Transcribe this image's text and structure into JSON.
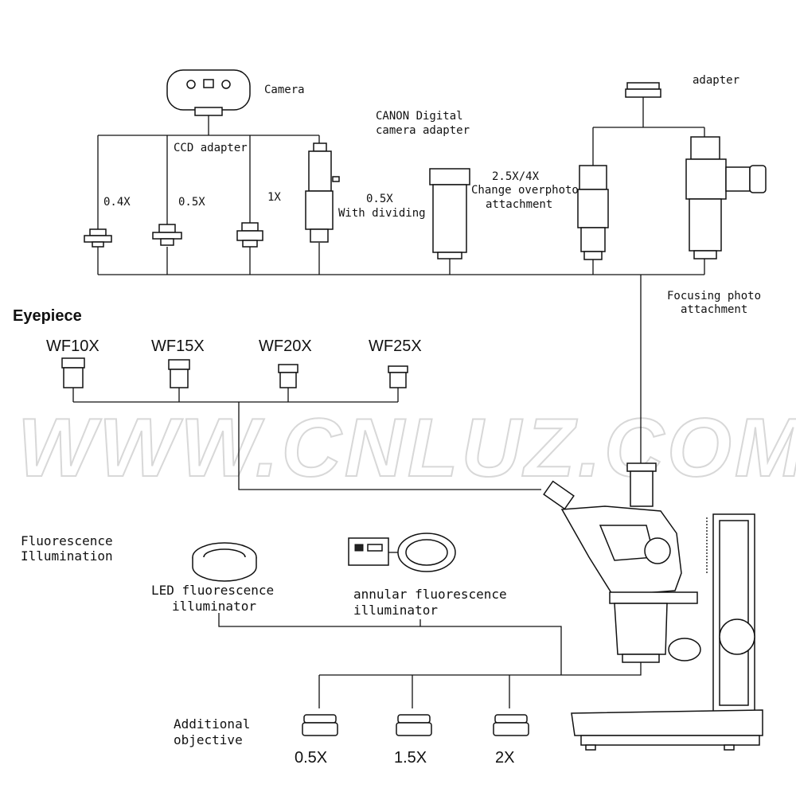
{
  "camera_group": {
    "camera": "Camera",
    "ccd_adapter": "CCD adapter",
    "mag_04": "0.4X",
    "mag_05": "0.5X",
    "mag_1": "1X",
    "dividing_line1": "0.5X",
    "dividing_line2": "With dividing"
  },
  "canon": {
    "line1": "CANON Digital",
    "line2": "camera adapter"
  },
  "overphoto": {
    "line1": "2.5X/4X",
    "line2": "Change overphoto",
    "line3": "attachment"
  },
  "adapter": "adapter",
  "focusing": {
    "line1": "Focusing photo",
    "line2": "attachment"
  },
  "eyepiece": {
    "title": "Eyepiece",
    "items": [
      "WF10X",
      "WF15X",
      "WF20X",
      "WF25X"
    ]
  },
  "watermark": "WWW.CNLUZ.COM",
  "fluorescence": {
    "title_line1": "Fluorescence",
    "title_line2": "Illumination",
    "led_line1": "LED fluorescence",
    "led_line2": "illuminator",
    "annular_line1": "annular fluorescence",
    "annular_line2": "illuminator"
  },
  "objective": {
    "title_line1": "Additional",
    "title_line2": "objective",
    "items": [
      "0.5X",
      "1.5X",
      "2X"
    ]
  }
}
